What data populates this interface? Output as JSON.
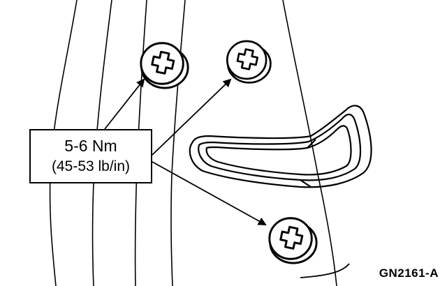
{
  "callout": {
    "torque_metric": "5-6 Nm",
    "torque_imperial": "(45-53 lb/in)"
  },
  "figure_id": "GN2161-A",
  "fasteners": [
    {
      "name": "upper-left-screw-icon",
      "icon": "phillips-screw-icon"
    },
    {
      "name": "upper-right-screw-icon",
      "icon": "phillips-screw-icon"
    },
    {
      "name": "lower-screw-icon",
      "icon": "phillips-screw-icon"
    }
  ],
  "colors": {
    "line": "#000000",
    "background": "#ffffff"
  }
}
